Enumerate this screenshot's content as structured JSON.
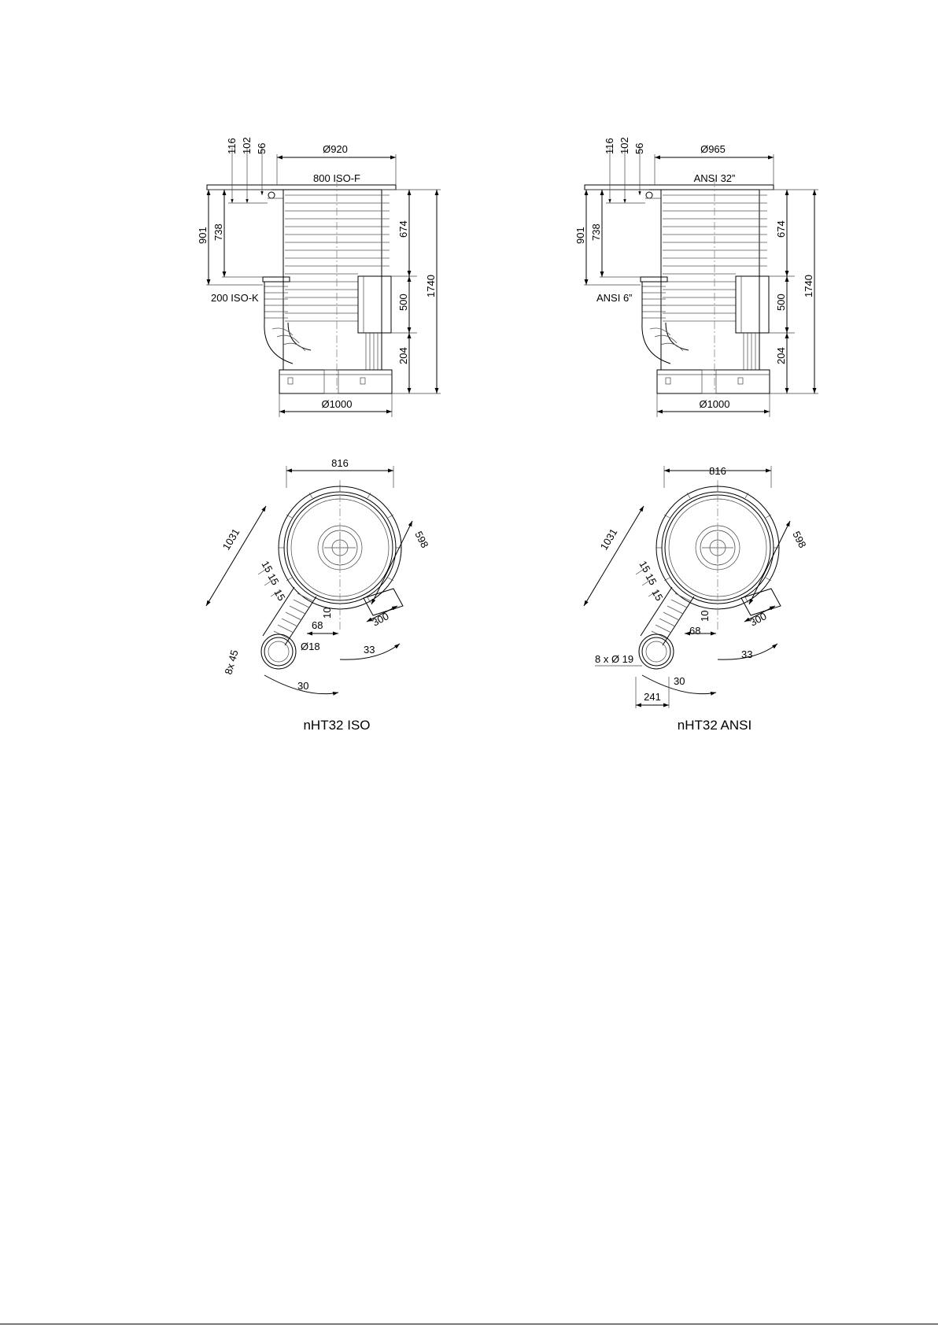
{
  "drawings": [
    {
      "caption": "nHT32 ISO",
      "side": {
        "d_top": "Ø920",
        "flange": "800 ISO-F",
        "t1": "116",
        "t2": "102",
        "t3": "56",
        "h901": "901",
        "h738": "738",
        "h674": "674",
        "h500": "500",
        "h204": "204",
        "h1740": "1740",
        "fore": "200 ISO-K",
        "d_base": "Ø1000"
      },
      "top": {
        "w816": "816",
        "d1031": "1031",
        "d598": "598",
        "s15a": "15",
        "s15b": "15",
        "s15c": "15",
        "s300": "300",
        "s68": "68",
        "s10": "10",
        "a33": "33",
        "a30": "30",
        "bolt": "Ø18",
        "holes": "8x 45"
      }
    },
    {
      "caption": "nHT32 ANSI",
      "side": {
        "d_top": "Ø965",
        "flange": "ANSI 32”",
        "t1": "116",
        "t2": "102",
        "t3": "56",
        "h901": "901",
        "h738": "738",
        "h674": "674",
        "h500": "500",
        "h204": "204",
        "h1740": "1740",
        "fore": "ANSI 6”",
        "d_base": "Ø1000"
      },
      "top": {
        "w816": "816",
        "d1031": "1031",
        "d598": "598",
        "s15a": "15",
        "s15b": "15",
        "s15c": "15",
        "s300": "300",
        "s68": "68",
        "s10": "10",
        "a33": "33",
        "a30": "30",
        "bolt": "8 x Ø 19",
        "w241": "241"
      }
    }
  ]
}
